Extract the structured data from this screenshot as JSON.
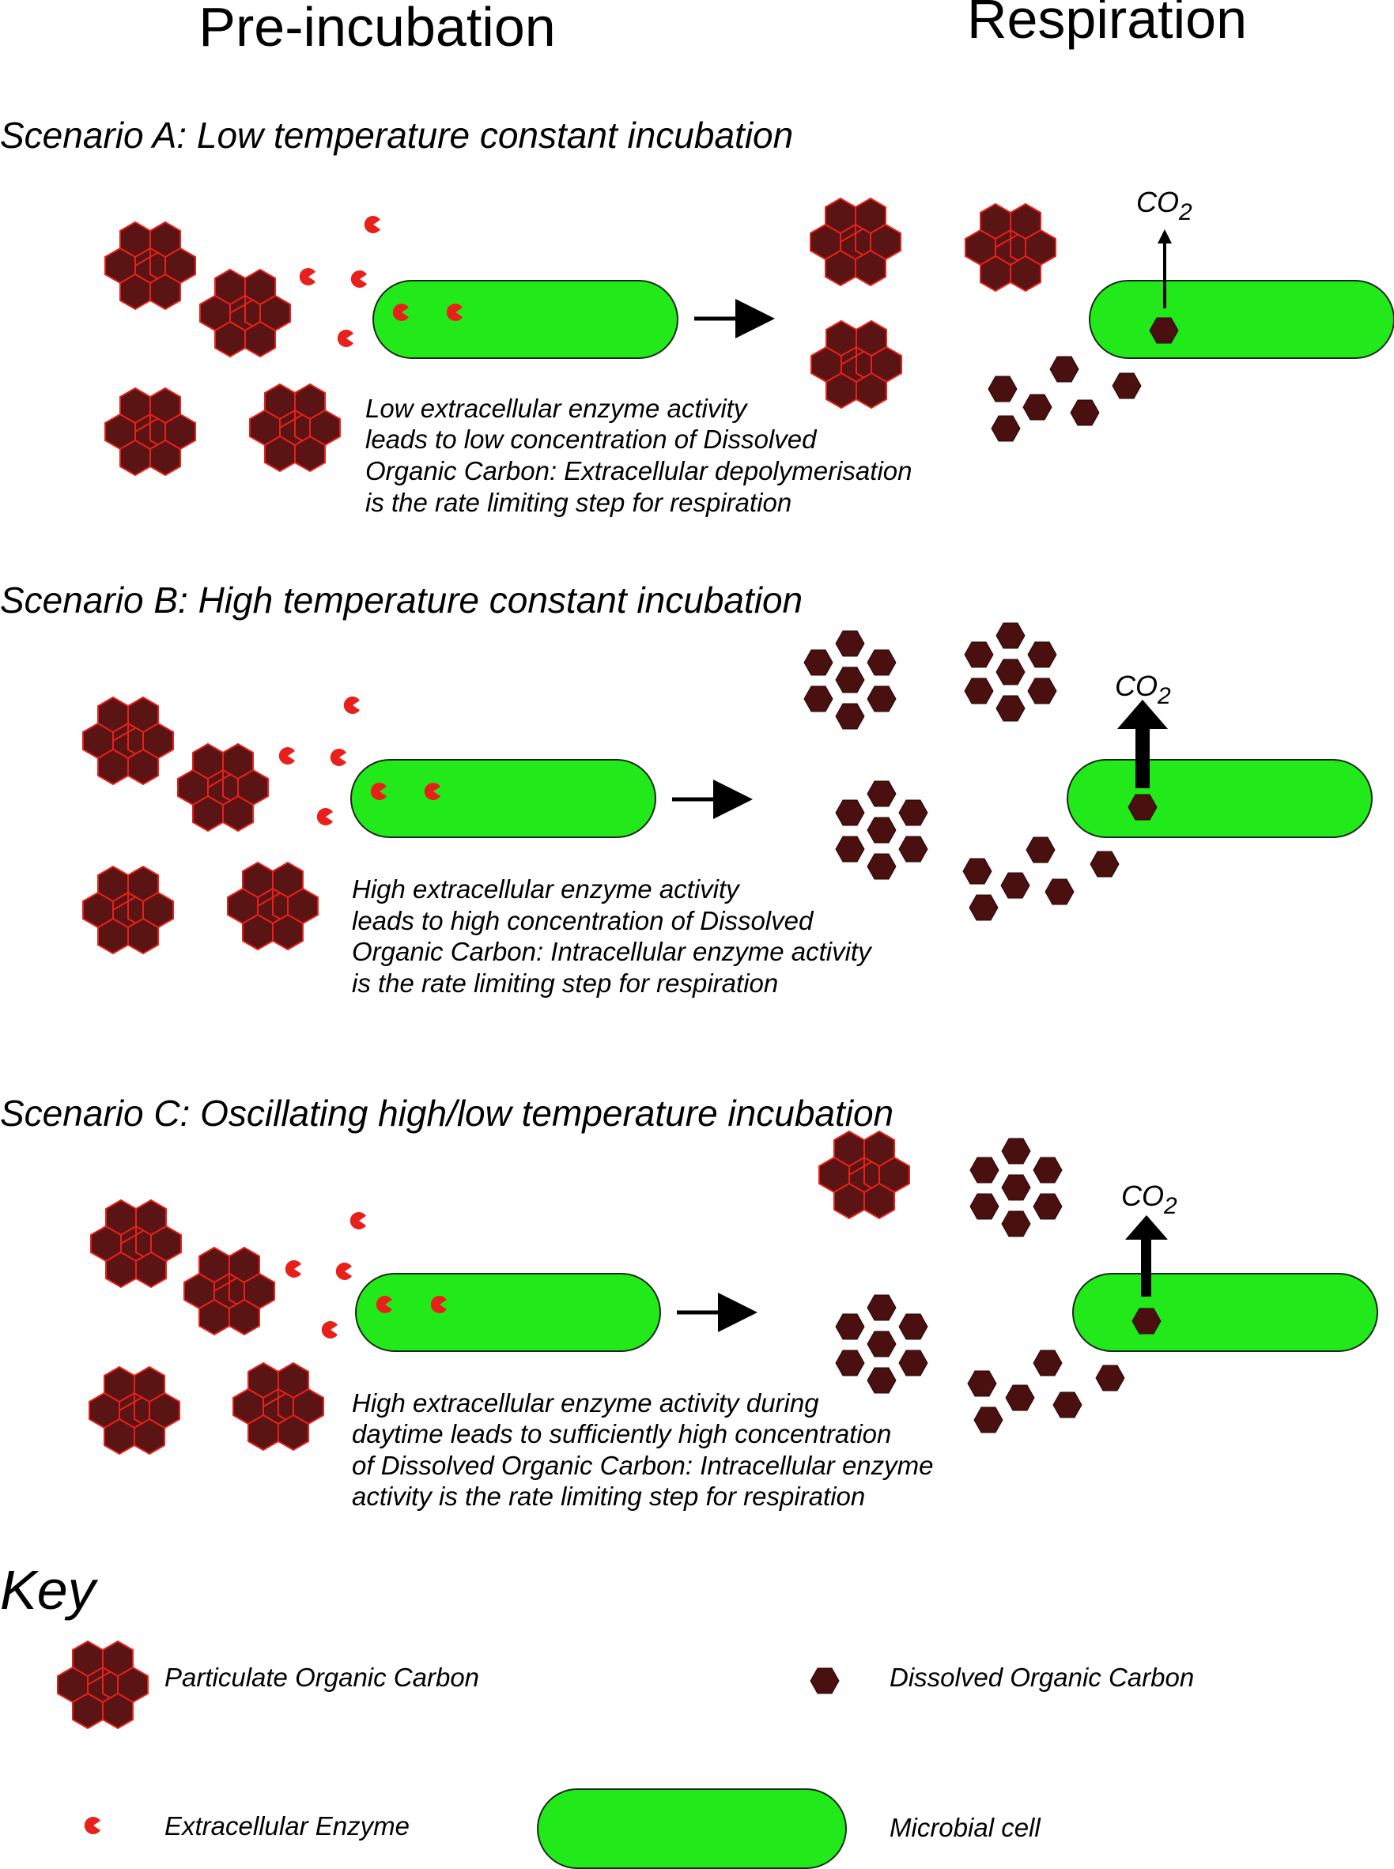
{
  "headers": {
    "pre_incubation": "Pre-incubation",
    "respiration": "Respiration"
  },
  "scenarios": [
    {
      "id": "a",
      "title": "Scenario A: Low temperature constant incubation",
      "description": [
        "Low extracellular enzyme activity",
        "leads to low concentration of Dissolved",
        "Organic Carbon: Extracellular depolymerisation",
        "is the rate limiting step for respiration"
      ],
      "co2_label": "CO",
      "co2_sub": "2",
      "co2_arrow": "thin"
    },
    {
      "id": "b",
      "title": "Scenario B: High temperature constant incubation",
      "description": [
        "High extracellular enzyme activity",
        "leads to high concentration of Dissolved",
        "Organic Carbon: Intracellular enzyme activity",
        "is the rate limiting step for respiration"
      ],
      "co2_label": "CO",
      "co2_sub": "2",
      "co2_arrow": "thick"
    },
    {
      "id": "c",
      "title": "Scenario C: Oscillating high/low temperature incubation",
      "description": [
        "High extracellular enzyme activity during",
        "daytime leads to sufficiently high concentration",
        "of Dissolved Organic Carbon: Intracellular enzyme",
        "activity is the rate limiting step for respiration"
      ],
      "co2_label": "CO",
      "co2_sub": "2",
      "co2_arrow": "medium"
    }
  ],
  "key": {
    "title": "Key",
    "items": [
      {
        "label": "Particulate Organic Carbon",
        "icon": "particulate-organic-carbon-icon"
      },
      {
        "label": "Dissolved Organic Carbon",
        "icon": "dissolved-organic-carbon-icon"
      },
      {
        "label": "Extracellular Enzyme",
        "icon": "extracellular-enzyme-icon"
      },
      {
        "label": "Microbial cell",
        "icon": "microbial-cell-icon"
      }
    ]
  },
  "colors": {
    "particulate": "#5a1414",
    "particulate_outline": "#e8201a",
    "dissolved": "#4a1010",
    "enzyme": "#e8201a",
    "cell": "#22ea1a",
    "arrow": "#000000"
  }
}
